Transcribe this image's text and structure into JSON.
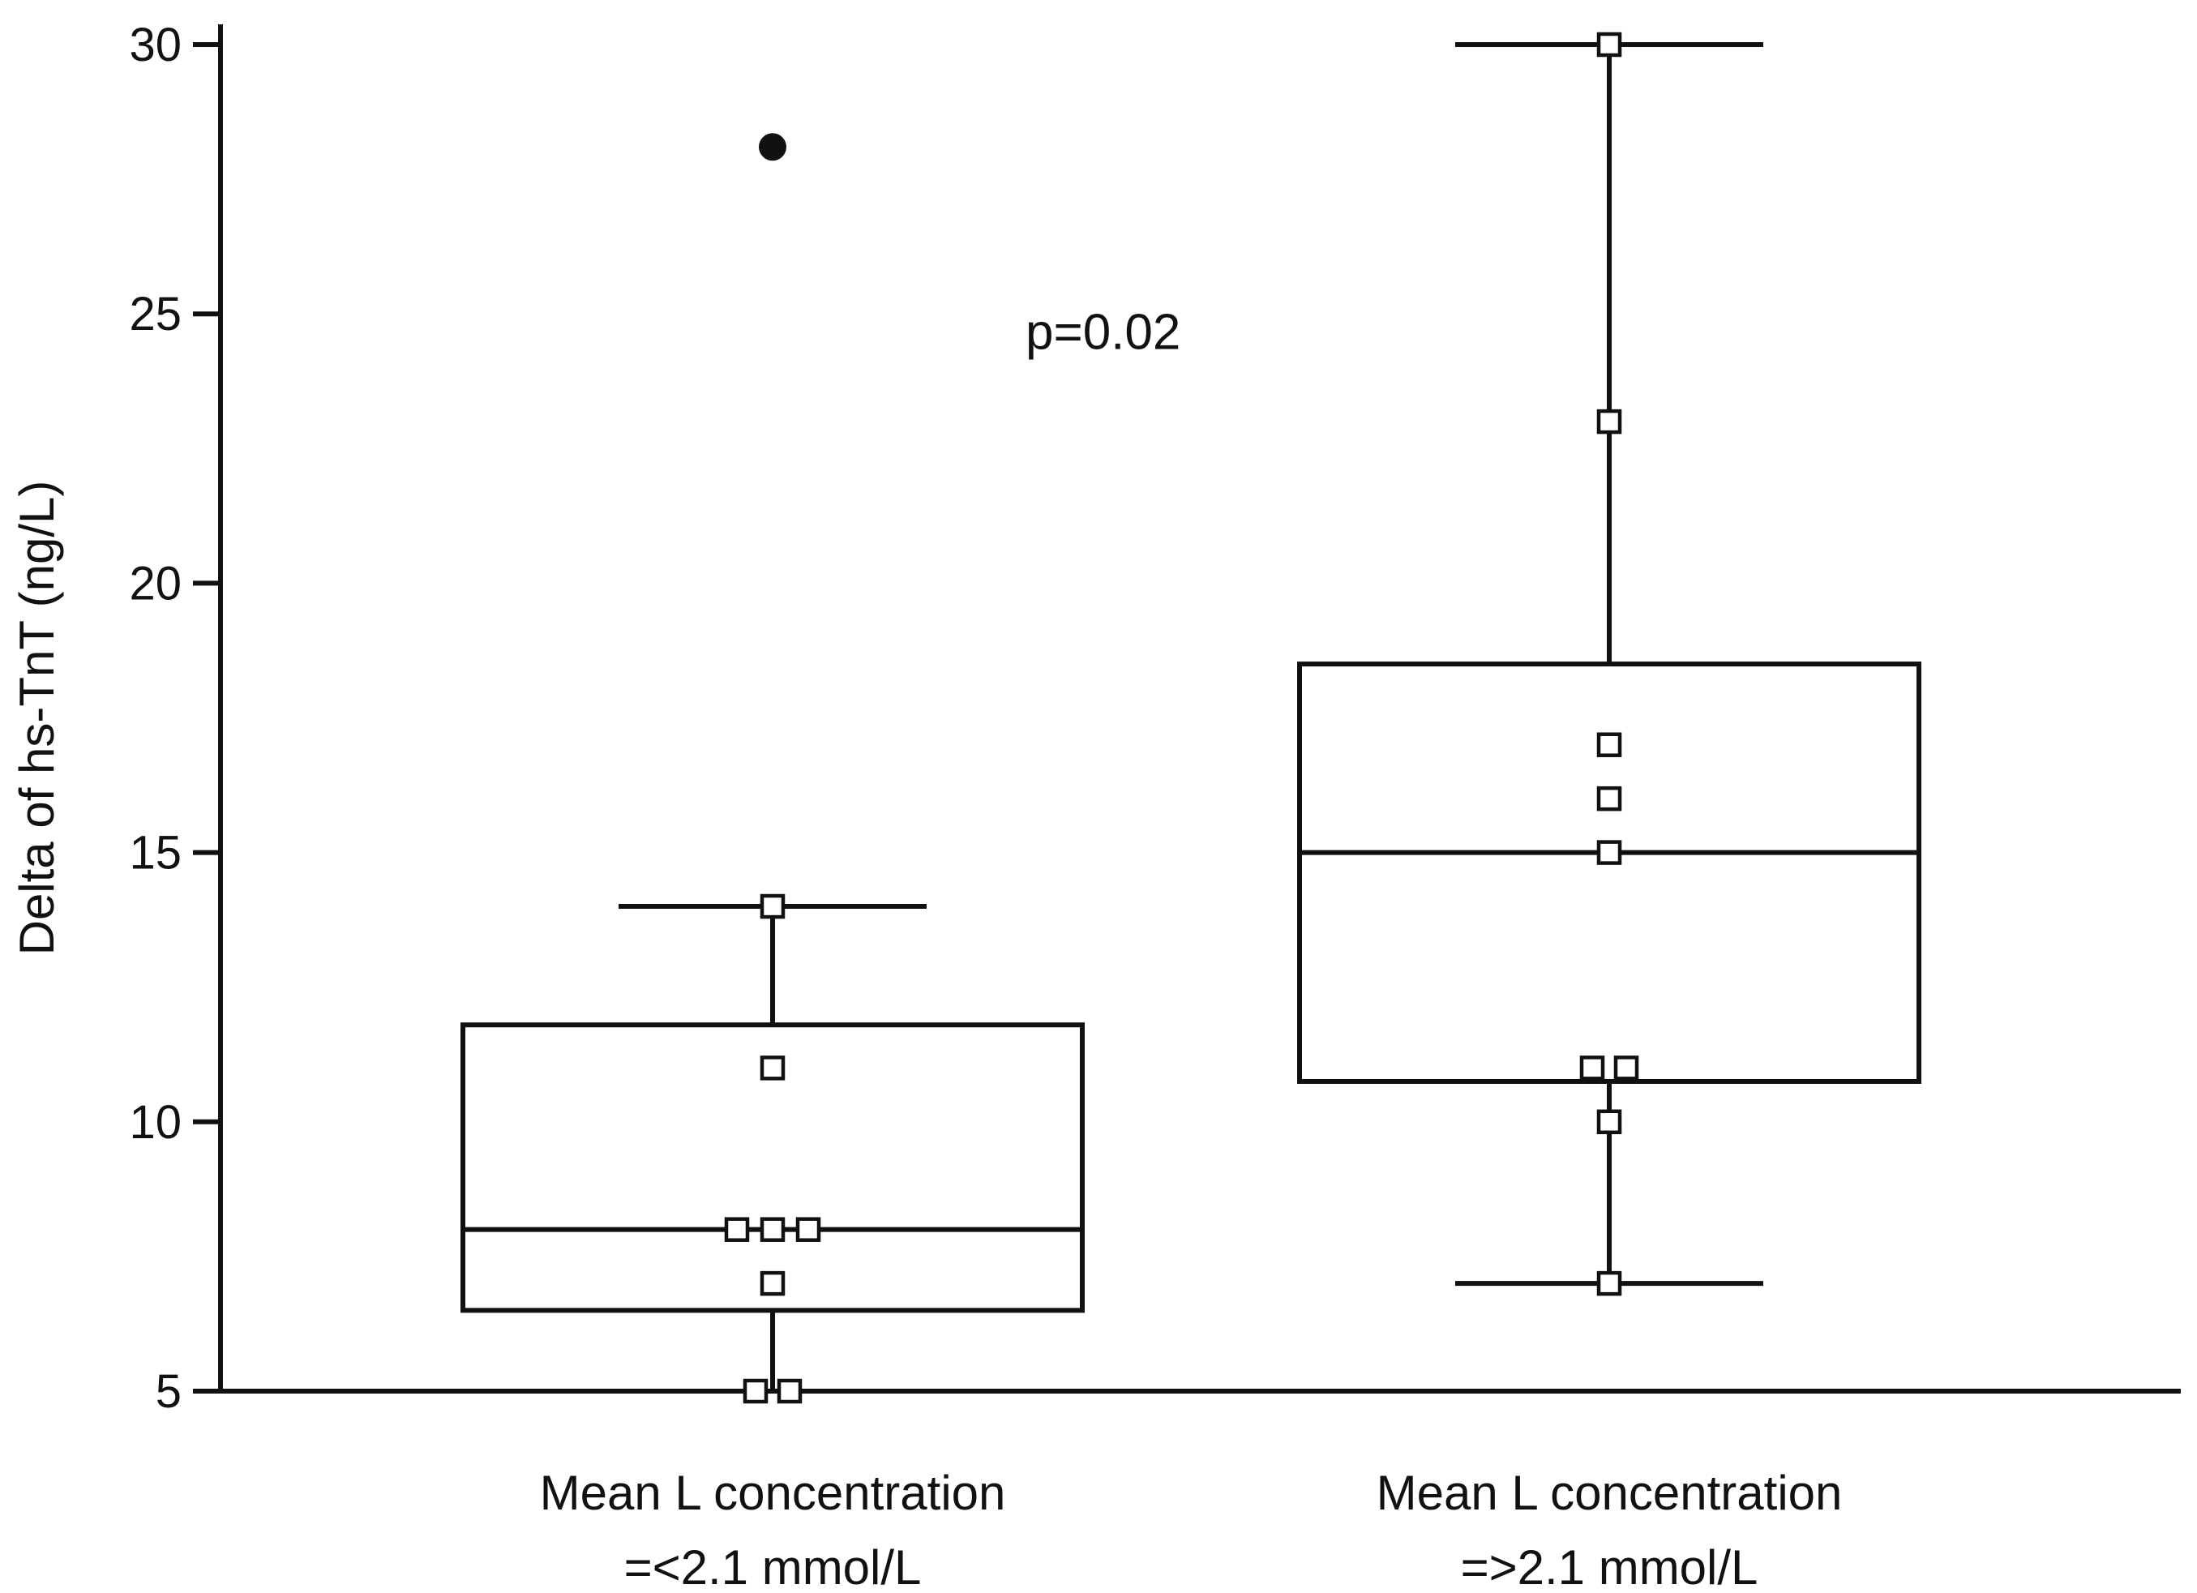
{
  "chart_data": {
    "type": "box",
    "title": "",
    "xlabel": "",
    "ylabel": "Delta of hs-TnT (ng/L)",
    "ylim": [
      5,
      30
    ],
    "yticks": [
      5,
      10,
      15,
      20,
      25,
      30
    ],
    "yticks_labels": [
      "5",
      "10",
      "15",
      "20",
      "25",
      "30"
    ],
    "grid": false,
    "annotation": "p=0.02",
    "groups": [
      {
        "label_lines": [
          "Mean L concentration",
          "=<2.1 mmol/L"
        ],
        "whisker_low": 5,
        "q1": 6.5,
        "median": 8,
        "q3": 11.8,
        "whisker_high": 14,
        "points": [
          5,
          5,
          7,
          8,
          8,
          8,
          11,
          14
        ],
        "outliers": [
          28.1
        ]
      },
      {
        "label_lines": [
          "Mean L concentration",
          "=>2.1 mmol/L"
        ],
        "whisker_low": 7,
        "q1": 10.75,
        "median": 15,
        "q3": 18.5,
        "whisker_high": 30,
        "points": [
          7,
          10,
          11,
          11,
          15,
          16,
          17,
          23,
          30
        ],
        "outliers": []
      }
    ]
  }
}
